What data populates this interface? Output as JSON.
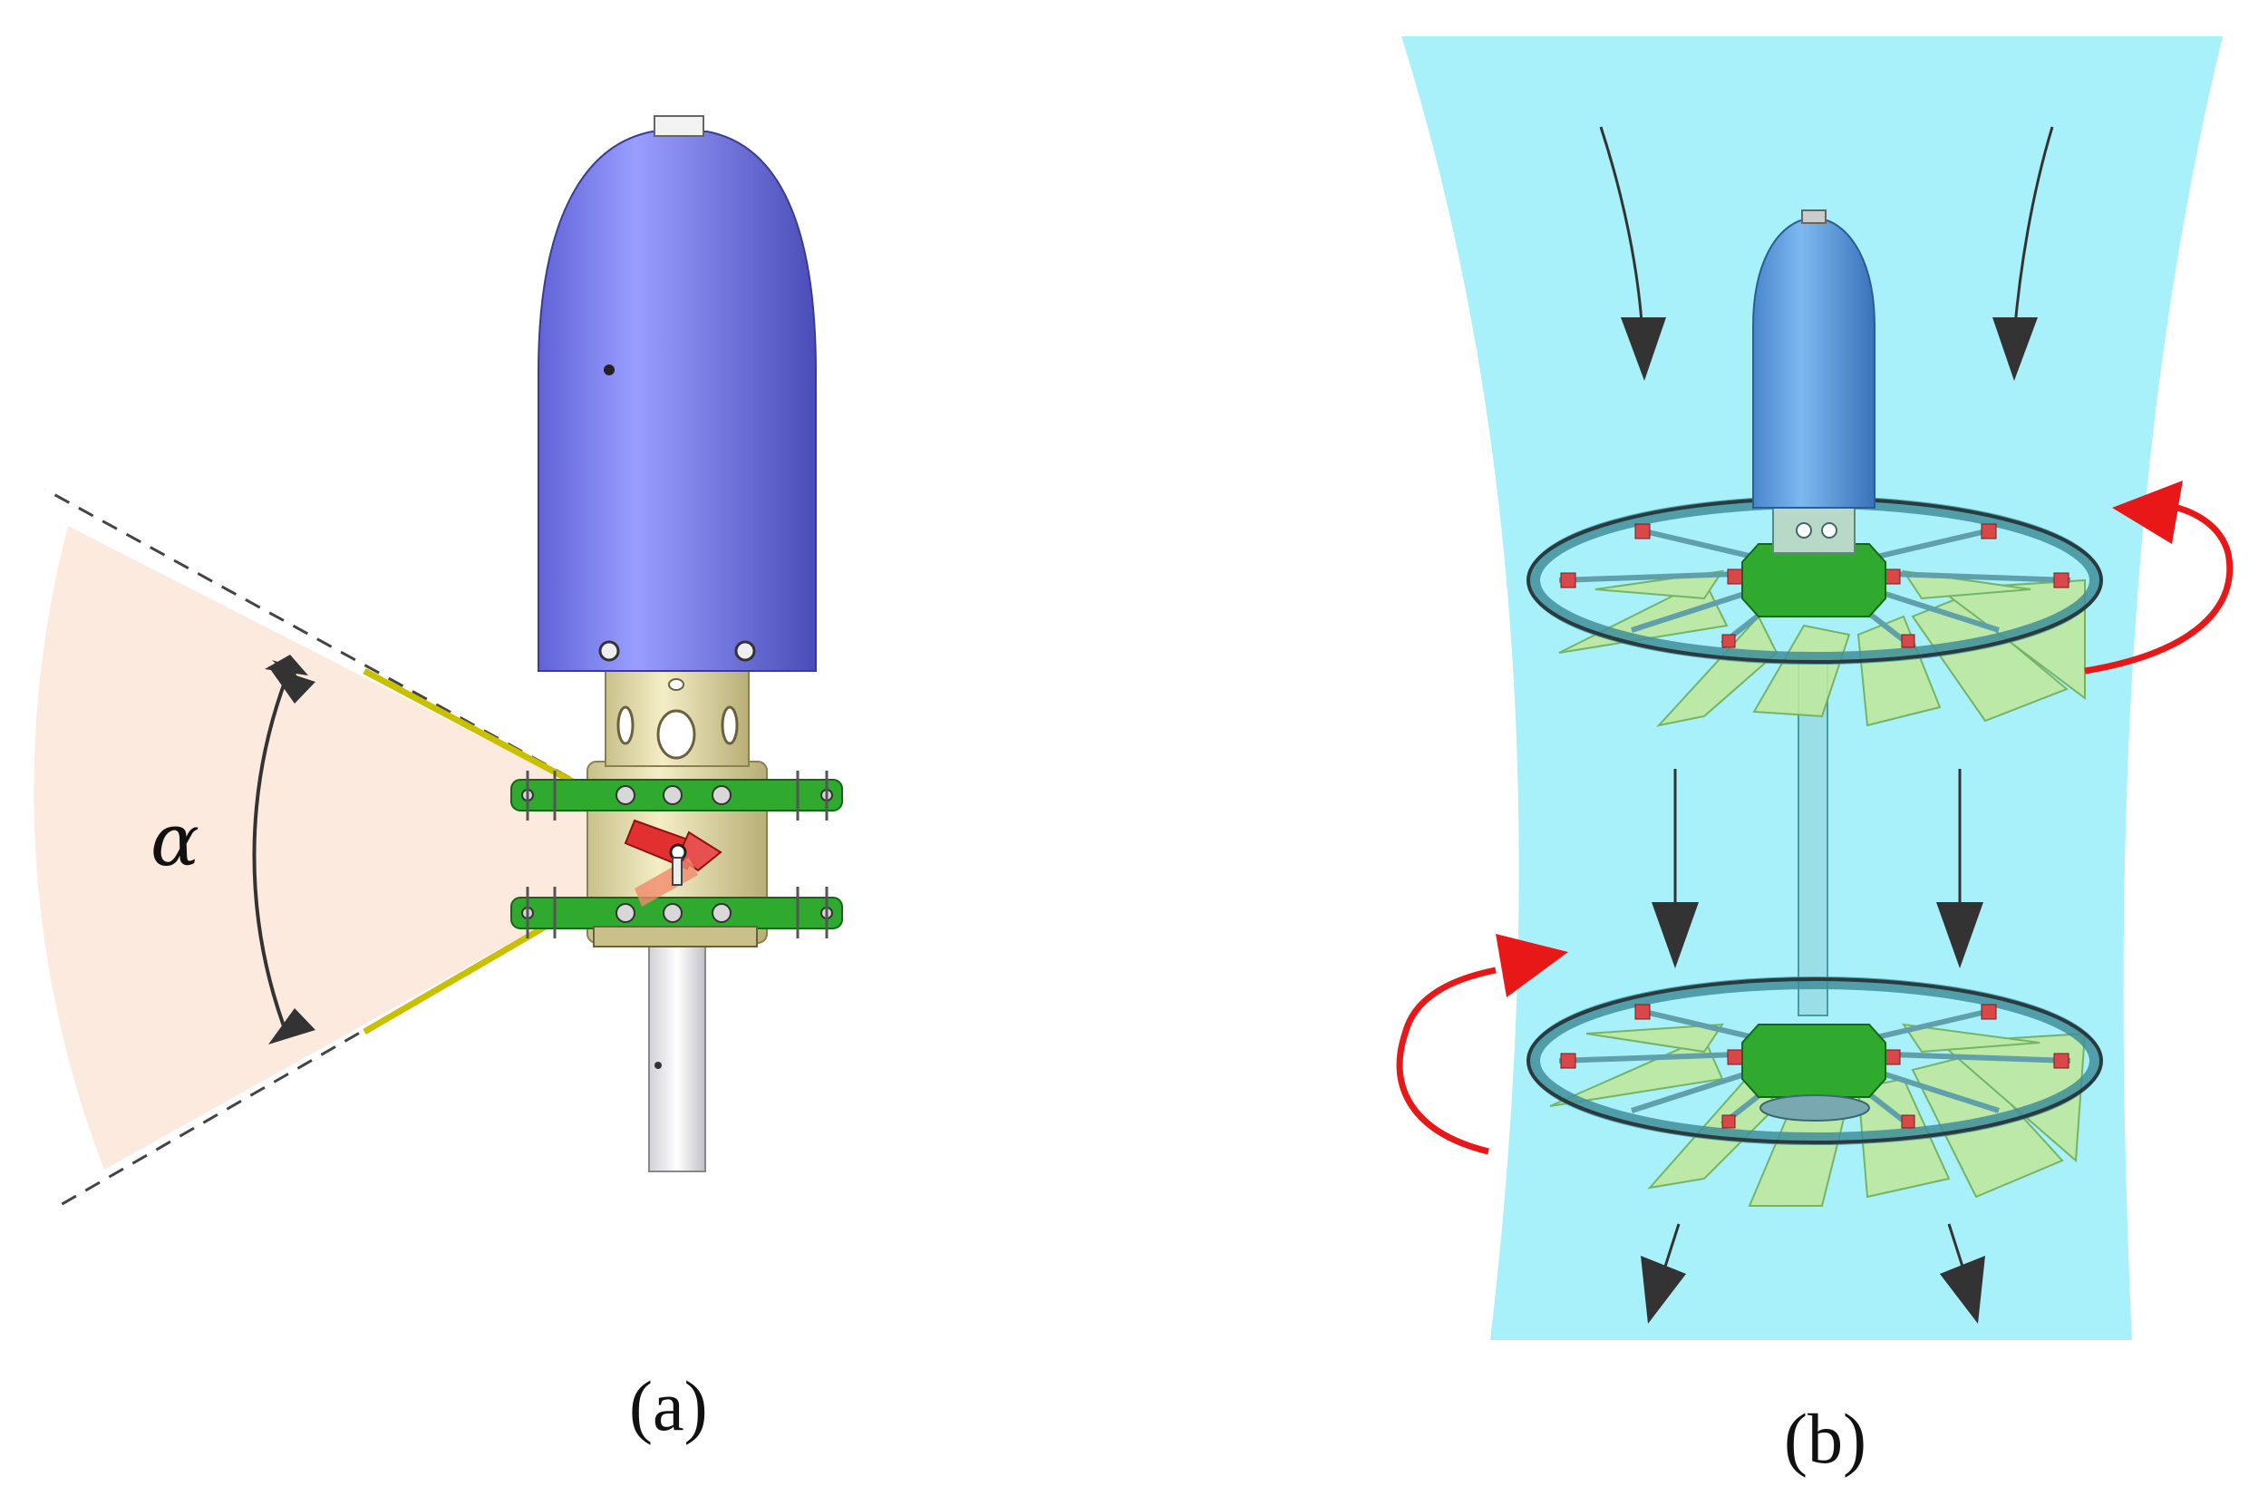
{
  "panels": [
    {
      "id": "a",
      "label": "(a)"
    },
    {
      "id": "b",
      "label": "(b)"
    }
  ],
  "angle_symbol": "α",
  "colors": {
    "nose_cone_a": "#7a7ef0",
    "nose_cone_b": "#5a9ee0",
    "hub_sleeve": "#eae3b4",
    "flange_green": "#2faa2f",
    "blade_red": "#e03030",
    "angle_sector": "#fce8dc",
    "flow_channel": "#a8f0fa",
    "blade_green": "#bfe8a0",
    "ring_teal": "#3f8f9a",
    "rotation_arrow": "#e81818",
    "flow_arrow": "#333333"
  },
  "icons": {
    "angle_arrow": "double-headed-curved-arrow",
    "flow_arrows": "down-arrow",
    "rotation_arrows": "curved-rotation-arrow"
  }
}
